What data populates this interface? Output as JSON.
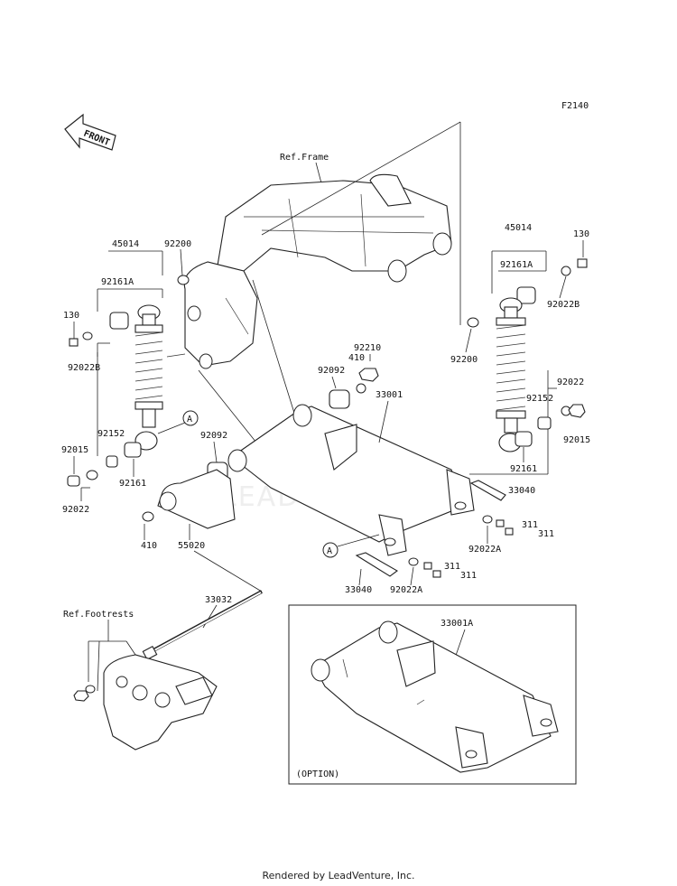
{
  "figure_id": "F2140",
  "front_label": "FRONT",
  "ref_frame": "Ref.Frame",
  "ref_footrests": "Ref.Footrests",
  "option_label": "(OPTION)",
  "watermark": "LEADVENTURE",
  "footer": "Rendered by LeadVenture, Inc.",
  "callout": "A",
  "parts": {
    "p45014_l": "45014",
    "p92161a_l": "92161A",
    "p130_l": "130",
    "p92022b_l": "92022B",
    "p92200_l": "92200",
    "p92152_l": "92152",
    "p92015_l": "92015",
    "p92022_l": "92022",
    "p92161_l": "92161",
    "p92092_l": "92092",
    "p410_l": "410",
    "p55020": "55020",
    "p33032": "33032",
    "p92210": "92210",
    "p92092_c": "92092",
    "p410_c": "410",
    "p33001": "33001",
    "p45014_r": "45014",
    "p130_r": "130",
    "p92161a_r": "92161A",
    "p92022b_r": "92022B",
    "p92200_r": "92200",
    "p92022_r": "92022",
    "p92152_r": "92152",
    "p92015_r": "92015",
    "p92161_r": "92161",
    "p33040_r": "33040",
    "p311_a": "311",
    "p311_b": "311",
    "p92022a_r": "92022A",
    "p33040_l": "33040",
    "p92022a_l": "92022A",
    "p311_c": "311",
    "p311_d": "311",
    "p33001a": "33001A"
  }
}
